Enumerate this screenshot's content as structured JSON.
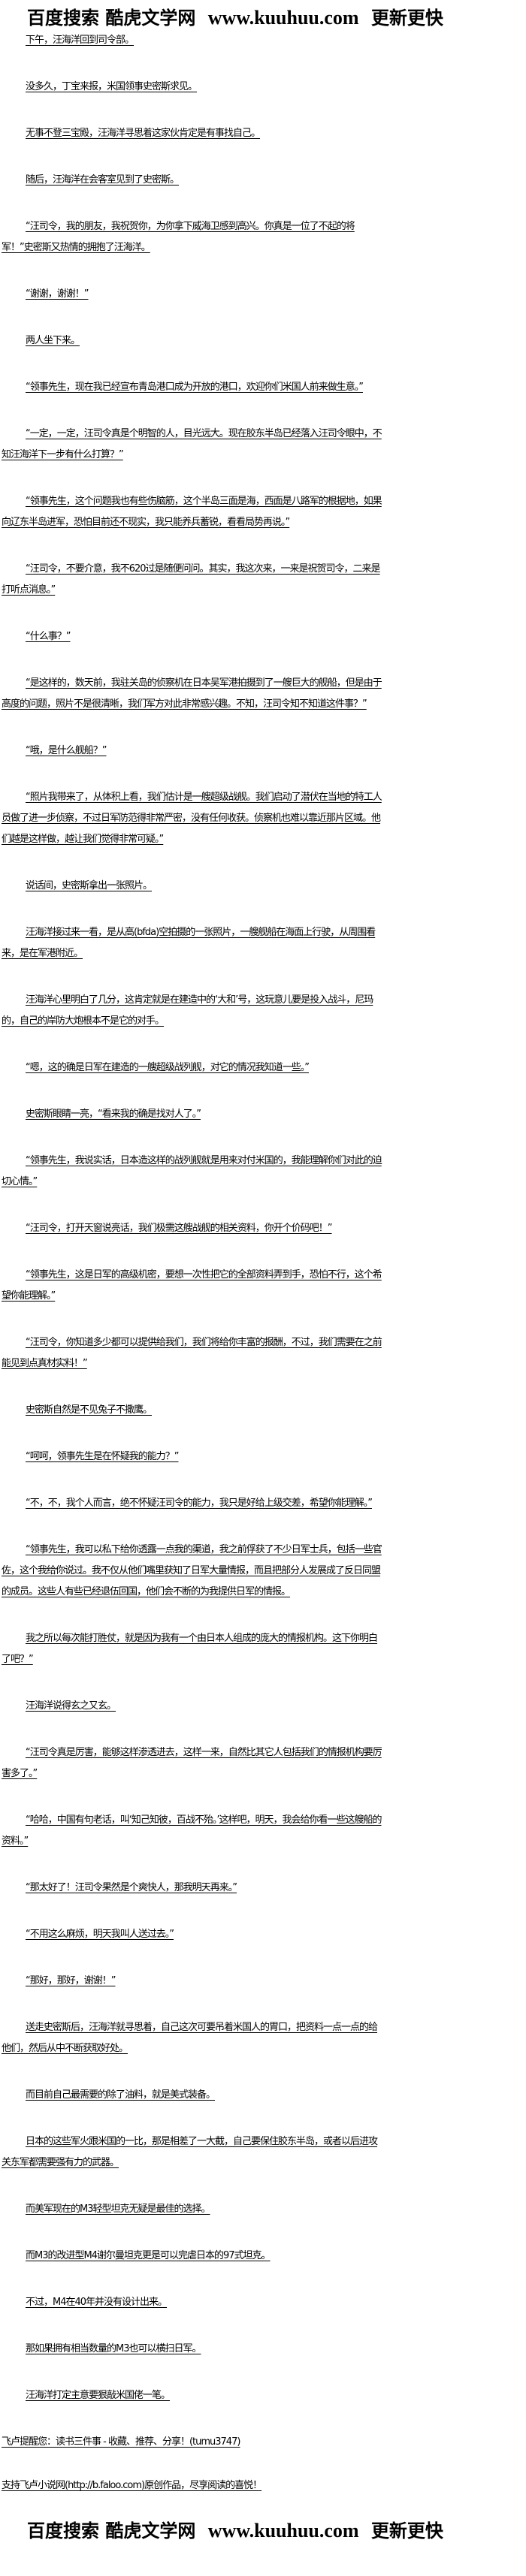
{
  "header": {
    "logo_cn": "百度搜索 酷虎文学网",
    "logo_url": "www.kuuhuu.com",
    "logo_tail": "更新更快"
  },
  "paragraphs": [
    "下午，汪海洋回到司令部。",
    "没多久，丁宝来报，米国领事史密斯求见。",
    "无事不登三宝殿，汪海洋寻思着这家伙肯定是有事找自己。",
    "随后，汪海洋在会客室见到了史密斯。",
    "“汪司令，我的朋友，我祝贺你，为你拿下威海卫感到高兴。你真是一位了不起的将军！”史密斯又热情的拥抱了汪海洋。",
    "“谢谢，谢谢！”",
    "两人坐下来。",
    "“领事先生，现在我已经宣布青岛港口成为开放的港口，欢迎你们米国人前来做生意。”",
    "“一定，一定，汪司令真是个明智的人，目光远大。现在胶东半岛已经落入汪司令眼中，不知汪海洋下一步有什么打算？”",
    "“领事先生，这个问题我也有些伤脑筋，这个半岛三面是海，西面是八路军的根据地，如果向辽东半岛进军，恐怕目前还不现实，我只能养兵蓄锐，看看局势再说。”",
    "“汪司令，不要介意，我不620过是随便问问。其实，我这次来，一来是祝贺司令，二来是打听点消息。”",
    "“什么事？”",
    "“是这样的，数天前，我驻关岛的侦察机在日本吴军港拍摄到了一艘巨大的舰船，但是由于高度的问题，照片不是很清晰，我们军方对此非常感兴趣。不知，汪司令知不知道这件事？”",
    "“哦，是什么舰船？”",
    "“照片我带来了，从体积上看，我们估计是一艘超级战舰。我们启动了潜伏在当地的特工人员做了进一步侦察，不过日军防范得非常严密，没有任何收获。侦察机也难以靠近那片区域。他们越是这样做，越让我们觉得非常可疑。”",
    "说话间，史密斯拿出一张照片。",
    "汪海洋接过来一看，是从高(bfda)空拍摄的一张照片，一艘舰船在海面上行驶，从周围看来，是在军港附近。",
    "汪海洋心里明白了几分，这肯定就是在建造中的‘大和’号，这玩意儿要是投入战斗，尼玛的，自己的岸防大炮根本不是它的对手。",
    "“嗯，这的确是日军在建造的一艘超级战列舰，对它的情况我知道一些。”",
    "史密斯眼睛一亮，“看来我的确是找对人了。”",
    "“领事先生，我说实话，日本造这样的战列舰就是用来对付米国的，我能理解你们对此的迫切心情。”",
    "“汪司令，打开天窗说亮话，我们极需这艘战舰的相关资料，你开个价码吧！”",
    "“领事先生，这是日军的高级机密，要想一次性把它的全部资料弄到手，恐怕不行，这个希望你能理解。”",
    "“汪司令，你知道多少都可以提供给我们，我们将给你丰富的报酬，不过，我们需要在之前能见到点真材实料！”",
    "史密斯自然是不见兔子不撒鹰。",
    "“呵呵，领事先生是在怀疑我的能力？”",
    "“不，不，我个人而言，绝不怀疑汪司令的能力，我只是好给上级交差，希望你能理解。”",
    "“领事先生，我可以私下给你透露一点我的渠道，我之前俘获了不少日军士兵，包括一些官佐，这个我给你说过。我不仅从他们嘴里获知了日军大量情报，而且把部分人发展成了反日同盟的成员。这些人有些已经退伍回国，他们会不断的为我提供日军的情报。",
    "我之所以每次能打胜仗，就是因为我有一个由日本人组成的庞大的情报机构。这下你明白了吧？”",
    "汪海洋说得玄之又玄。",
    "“汪司令真是厉害，能够这样渗透进去，这样一来，自然比其它人包括我们的情报机构要厉害多了。”",
    "“哈哈，中国有句老话，叫‘知己知彼，百战不殆。’这样吧，明天，我会给你看一些这艘船的资料。”",
    "“那太好了！汪司令果然是个爽快人，那我明天再来。”",
    "“不用这么麻烦，明天我叫人送过去。”",
    "“那好，那好，谢谢！”",
    "送走史密斯后，汪海洋就寻思着，自己这次可要吊着米国人的胃口，把资料一点一点的给他们，然后从中不断获取好处。",
    "而目前自己最需要的除了油料，就是美式装备。",
    "日本的这些军火跟米国的一比，那是相差了一大截，自己要保住胶东半岛，或者以后进攻关东军都需要强有力的武器。",
    "而美军现在的M3轻型坦克无疑是最佳的选择。",
    "而M3的改进型M4谢尔曼坦克更是可以完虐日本的97式坦克。",
    "不过，M4在40年并没有设计出来。",
    "那如果拥有相当数量的M3也可以横扫日军。",
    "汪海洋打定主意要狠敲米国佬一笔。"
  ],
  "footer": {
    "reminder": "飞卢提醒您：读书三件事 - 收藏、推荐、分享！(tumu3747)",
    "support": "支持飞卢小说网(http://b.faloo.com)原创作品，尽享阅读的喜悦！"
  }
}
